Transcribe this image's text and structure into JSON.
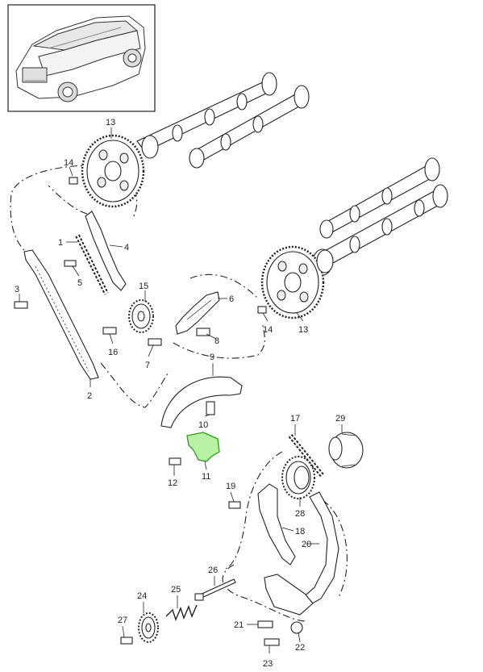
{
  "image": {
    "description_icon": "vehicle-illustration-icon",
    "highlight_color": "#9be88a"
  },
  "callouts": [
    {
      "id": "label-13-top",
      "text": "13"
    },
    {
      "id": "label-14-top",
      "text": "14"
    },
    {
      "id": "label-1",
      "text": "1"
    },
    {
      "id": "label-4",
      "text": "4"
    },
    {
      "id": "label-5",
      "text": "5"
    },
    {
      "id": "label-3",
      "text": "3"
    },
    {
      "id": "label-15",
      "text": "15"
    },
    {
      "id": "label-6",
      "text": "6"
    },
    {
      "id": "label-16",
      "text": "16"
    },
    {
      "id": "label-8",
      "text": "8"
    },
    {
      "id": "label-7",
      "text": "7"
    },
    {
      "id": "label-2",
      "text": "2"
    },
    {
      "id": "label-14-bottom",
      "text": "14"
    },
    {
      "id": "label-13-bottom",
      "text": "13"
    },
    {
      "id": "label-9",
      "text": "9"
    },
    {
      "id": "label-10",
      "text": "10"
    },
    {
      "id": "label-17",
      "text": "17"
    },
    {
      "id": "label-29",
      "text": "29"
    },
    {
      "id": "label-11",
      "text": "11"
    },
    {
      "id": "label-12",
      "text": "12"
    },
    {
      "id": "label-19",
      "text": "19"
    },
    {
      "id": "label-28",
      "text": "28"
    },
    {
      "id": "label-18",
      "text": "18"
    },
    {
      "id": "label-20",
      "text": "20"
    },
    {
      "id": "label-26",
      "text": "26"
    },
    {
      "id": "label-25",
      "text": "25"
    },
    {
      "id": "label-24",
      "text": "24"
    },
    {
      "id": "label-27",
      "text": "27"
    },
    {
      "id": "label-21",
      "text": "21"
    },
    {
      "id": "label-22",
      "text": "22"
    },
    {
      "id": "label-23",
      "text": "23"
    }
  ]
}
